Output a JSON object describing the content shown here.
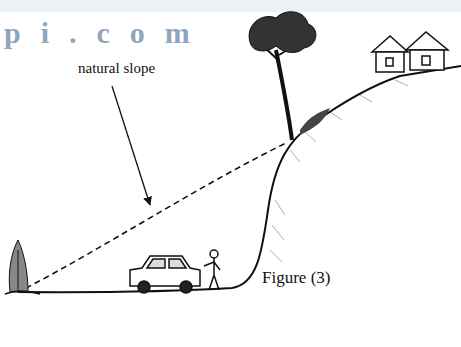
{
  "diagram": {
    "caption": "Figure (3)",
    "labels": [
      "natural slope",
      "pi.com"
    ]
  }
}
